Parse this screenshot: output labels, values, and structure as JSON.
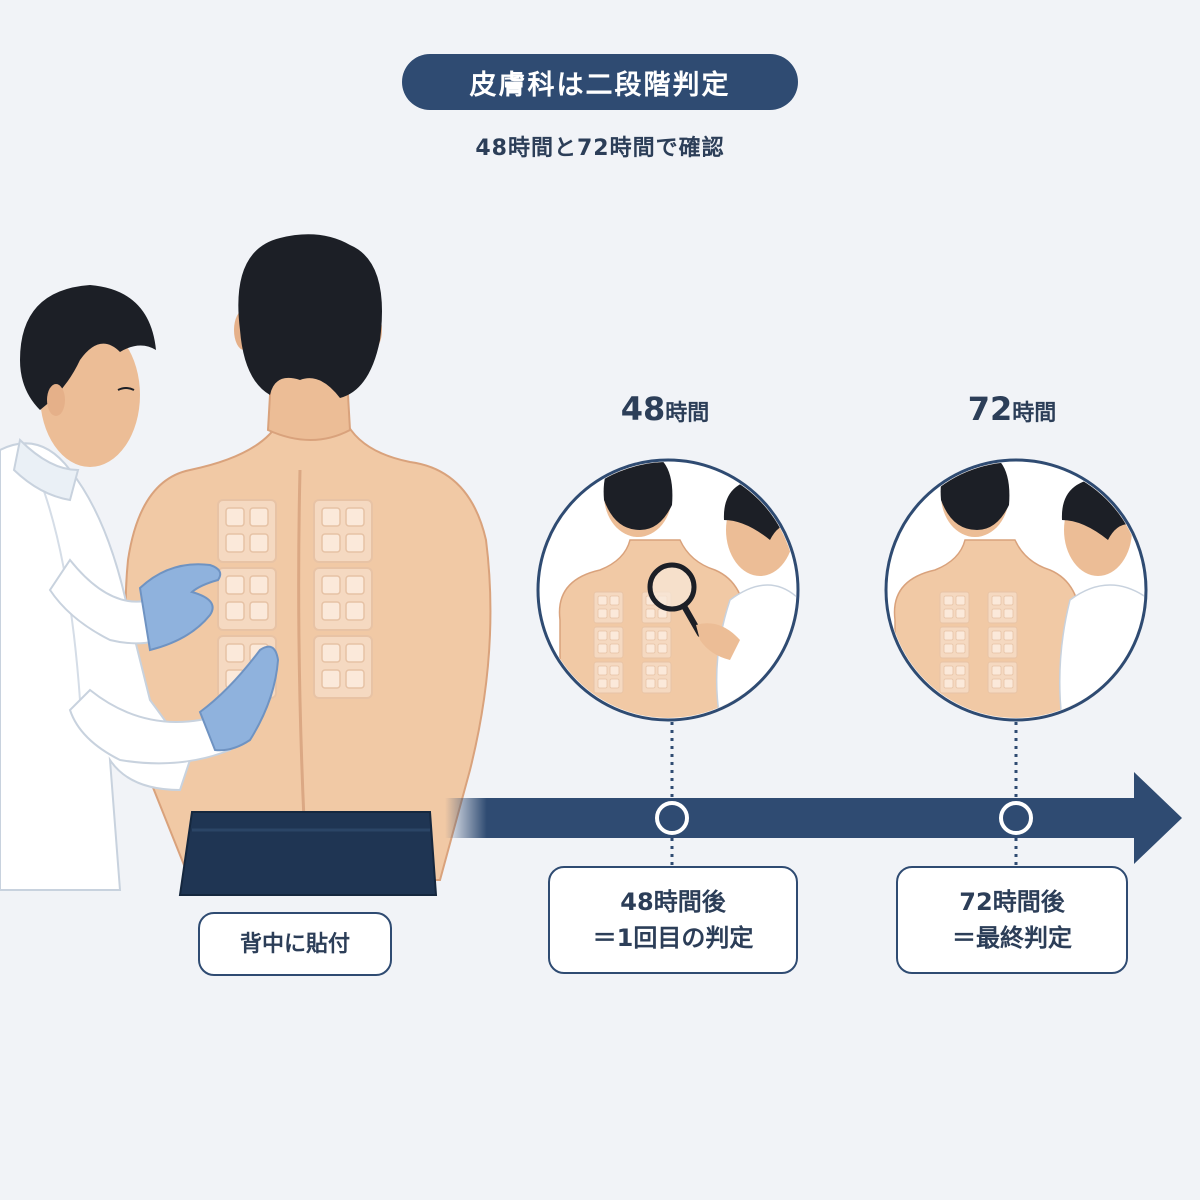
{
  "header": {
    "title": "皮膚科は二段階判定",
    "subtitle": "48時間と72時間で確認"
  },
  "timeline": {
    "marker_48": {
      "number": "48",
      "unit": "時間"
    },
    "marker_72": {
      "number": "72",
      "unit": "時間"
    }
  },
  "labels": {
    "apply": "背中に貼付",
    "first_line1": "48時間後",
    "first_line2": "＝1回目の判定",
    "final_line1": "72時間後",
    "final_line2": "＝最終判定"
  },
  "colors": {
    "navy": "#2f4b72",
    "skin": "#f1c9a5",
    "hair": "#1c1f26",
    "coat": "#ffffff",
    "glove": "#8fb2dd",
    "background": "#f1f3f7"
  }
}
